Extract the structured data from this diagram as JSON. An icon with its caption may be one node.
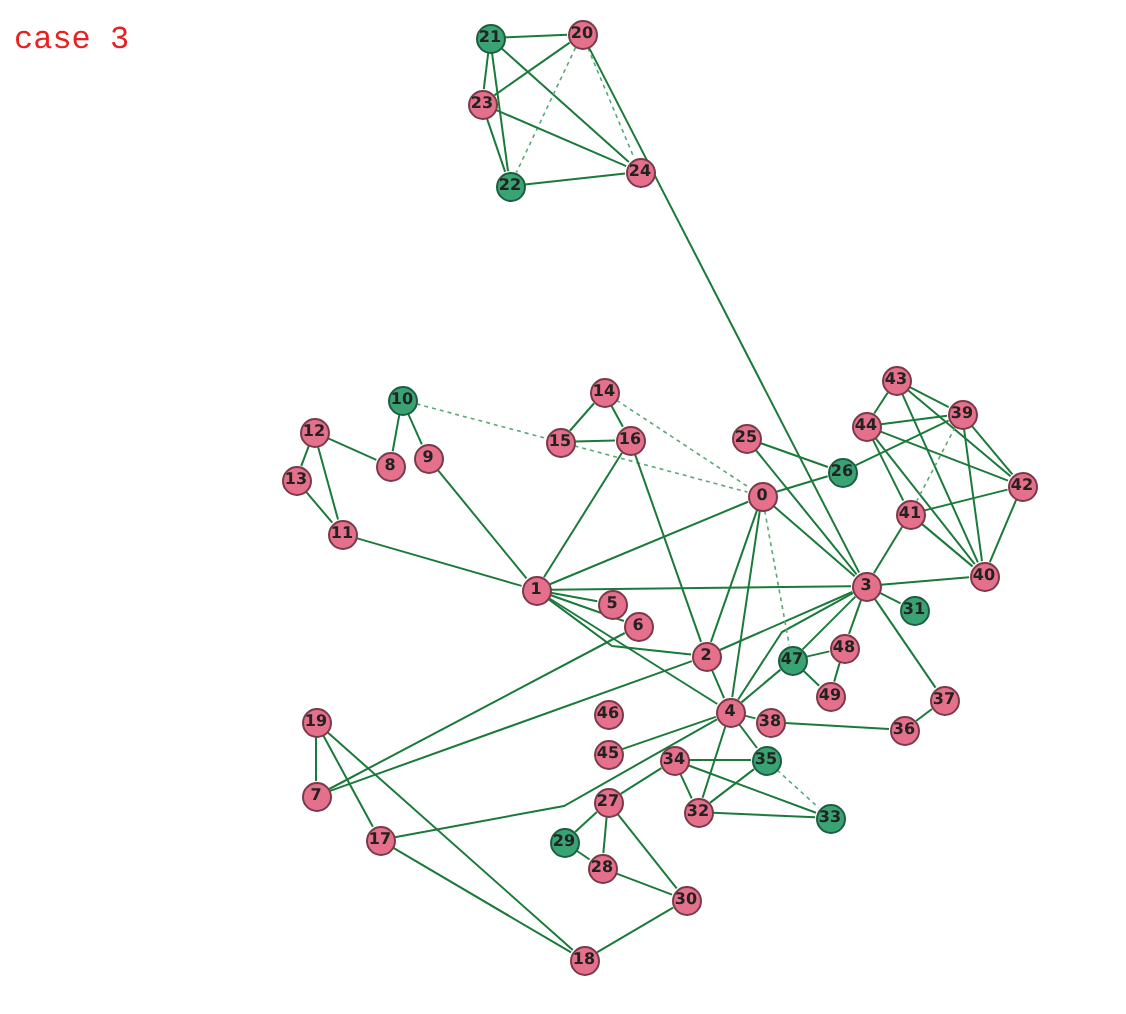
{
  "diagram": {
    "title": "case 3",
    "nodes": [
      {
        "text": [
          "0"
        ]
      },
      {
        "text": [
          "1"
        ]
      },
      {
        "text": [
          "2"
        ]
      },
      {
        "text": [
          "3"
        ]
      },
      {
        "text": [
          "4"
        ]
      },
      {
        "text": [
          "5"
        ]
      },
      {
        "text": [
          "6"
        ]
      },
      {
        "text": [
          "7"
        ]
      },
      {
        "text": [
          "8"
        ]
      },
      {
        "text": [
          "9"
        ]
      },
      {
        "text": [
          "10"
        ]
      },
      {
        "text": [
          "11"
        ]
      },
      {
        "text": [
          "12"
        ]
      },
      {
        "text": [
          "13"
        ]
      },
      {
        "text": [
          "14"
        ]
      },
      {
        "text": [
          "15"
        ]
      },
      {
        "text": [
          "16"
        ]
      },
      {
        "text": [
          "17"
        ]
      },
      {
        "text": [
          "18"
        ]
      },
      {
        "text": [
          "19"
        ]
      },
      {
        "text": [
          "20"
        ]
      },
      {
        "text": [
          "21"
        ]
      },
      {
        "text": [
          "22"
        ]
      },
      {
        "text": [
          "23"
        ]
      },
      {
        "text": [
          "24"
        ]
      },
      {
        "text": [
          "25"
        ]
      },
      {
        "text": [
          "26"
        ]
      },
      {
        "text": [
          "27"
        ]
      },
      {
        "text": [
          "28"
        ]
      },
      {
        "text": [
          "29"
        ]
      },
      {
        "text": [
          "30"
        ]
      },
      {
        "text": [
          "31"
        ]
      },
      {
        "text": [
          "32"
        ]
      },
      {
        "text": [
          "33"
        ]
      },
      {
        "text": [
          "34"
        ]
      },
      {
        "text": [
          "35"
        ]
      },
      {
        "text": [
          "36"
        ]
      },
      {
        "text": [
          "37"
        ]
      },
      {
        "text": [
          "38"
        ]
      },
      {
        "text": [
          "39"
        ]
      },
      {
        "text": [
          "40"
        ]
      },
      {
        "text": [
          "41"
        ]
      },
      {
        "text": [
          "42"
        ]
      },
      {
        "text": [
          "43"
        ]
      },
      {
        "text": [
          "44"
        ]
      },
      {
        "text": [
          "45"
        ]
      },
      {
        "text": [
          "46"
        ]
      },
      {
        "text": [
          "47"
        ]
      },
      {
        "text": [
          "48"
        ]
      },
      {
        "text": [
          "49"
        ]
      }
    ],
    "edges": [
      {
        "from": 21,
        "to": 20,
        "arrow": "none"
      },
      {
        "from": 21,
        "to": 23,
        "arrow": "none"
      },
      {
        "from": 21,
        "to": 22,
        "arrow": "none"
      },
      {
        "from": 21,
        "to": 24,
        "arrow": "none"
      },
      {
        "from": 20,
        "to": 23,
        "arrow": "none"
      },
      {
        "from": 20,
        "to": 22,
        "arrow": "none",
        "style": "dashed"
      },
      {
        "from": 20,
        "to": 24,
        "arrow": "none",
        "style": "dashed"
      },
      {
        "from": 23,
        "to": 22,
        "arrow": "none"
      },
      {
        "from": 23,
        "to": 24,
        "arrow": "none"
      },
      {
        "from": 22,
        "to": 24,
        "arrow": "none"
      },
      {
        "from": 20,
        "to": 3,
        "arrow": "none"
      },
      {
        "from": 10,
        "to": 8,
        "arrow": "none"
      },
      {
        "from": 10,
        "to": 9,
        "arrow": "none"
      },
      {
        "from": 10,
        "to": 15,
        "arrow": "none",
        "style": "dashed"
      },
      {
        "from": 12,
        "to": 8,
        "arrow": "none"
      },
      {
        "from": 12,
        "to": 13,
        "arrow": "none"
      },
      {
        "from": 12,
        "to": 11,
        "arrow": "none"
      },
      {
        "from": 13,
        "to": 11,
        "arrow": "none"
      },
      {
        "from": 11,
        "to": 1,
        "arrow": "none"
      },
      {
        "from": 9,
        "to": 1,
        "arrow": "none"
      },
      {
        "from": 14,
        "to": 15,
        "arrow": "none"
      },
      {
        "from": 14,
        "to": 16,
        "arrow": "none"
      },
      {
        "from": 15,
        "to": 16,
        "arrow": "none"
      },
      {
        "from": 16,
        "to": 1,
        "arrow": "none"
      },
      {
        "from": 14,
        "to": 0,
        "arrow": "none",
        "style": "dashed"
      },
      {
        "from": 15,
        "to": 0,
        "arrow": "none",
        "style": "dashed"
      },
      {
        "from": 16,
        "to": 2,
        "arrow": "none"
      },
      {
        "from": 1,
        "to": 5,
        "arrow": "none"
      },
      {
        "from": 1,
        "to": 6,
        "arrow": "none"
      },
      {
        "from": 1,
        "to": 3,
        "arrow": "none"
      },
      {
        "from": 1,
        "to": 0,
        "arrow": "none"
      },
      {
        "from": 1,
        "to": 2,
        "arrow": "none"
      },
      {
        "from": 1,
        "to": 4,
        "arrow": "none"
      },
      {
        "from": 7,
        "to": 6,
        "arrow": "none"
      },
      {
        "from": 7,
        "to": 2,
        "arrow": "none"
      },
      {
        "from": 17,
        "to": 4,
        "arrow": "none"
      },
      {
        "from": 19,
        "to": 7,
        "arrow": "none"
      },
      {
        "from": 19,
        "to": 17,
        "arrow": "none"
      },
      {
        "from": 19,
        "to": 18,
        "arrow": "none"
      },
      {
        "from": 17,
        "to": 18,
        "arrow": "none"
      },
      {
        "from": 18,
        "to": 30,
        "arrow": "none"
      },
      {
        "from": 27,
        "to": 29,
        "arrow": "none"
      },
      {
        "from": 27,
        "to": 28,
        "arrow": "none"
      },
      {
        "from": 27,
        "to": 30,
        "arrow": "none"
      },
      {
        "from": 28,
        "to": 30,
        "arrow": "none"
      },
      {
        "from": 29,
        "to": 28,
        "arrow": "none"
      },
      {
        "from": 27,
        "to": 34,
        "arrow": "none"
      },
      {
        "from": 34,
        "to": 35,
        "arrow": "none"
      },
      {
        "from": 34,
        "to": 32,
        "arrow": "none"
      },
      {
        "from": 34,
        "to": 33,
        "arrow": "none"
      },
      {
        "from": 4,
        "to": 32,
        "arrow": "none"
      },
      {
        "from": 4,
        "to": 35,
        "arrow": "none"
      },
      {
        "from": 4,
        "to": 45,
        "arrow": "none"
      },
      {
        "from": 32,
        "to": 35,
        "arrow": "none"
      },
      {
        "from": 32,
        "to": 33,
        "arrow": "none"
      },
      {
        "from": 35,
        "to": 33,
        "arrow": "none",
        "style": "dashed"
      },
      {
        "from": 4,
        "to": 2,
        "arrow": "none"
      },
      {
        "from": 4,
        "to": 3,
        "arrow": "none"
      },
      {
        "from": 4,
        "to": 47,
        "arrow": "none"
      },
      {
        "from": 4,
        "to": 38,
        "arrow": "none"
      },
      {
        "from": 38,
        "to": 36,
        "arrow": "none"
      },
      {
        "from": 2,
        "to": 3,
        "arrow": "none"
      },
      {
        "from": 2,
        "to": 0,
        "arrow": "none"
      },
      {
        "from": 3,
        "to": 0,
        "arrow": "none"
      },
      {
        "from": 3,
        "to": 25,
        "arrow": "none"
      },
      {
        "from": 25,
        "to": 26,
        "arrow": "none"
      },
      {
        "from": 26,
        "to": 39,
        "arrow": "none"
      },
      {
        "from": 0,
        "to": 26,
        "arrow": "none"
      },
      {
        "from": 0,
        "to": 4,
        "arrow": "none"
      },
      {
        "from": 0,
        "to": 47,
        "arrow": "none",
        "style": "dashed"
      },
      {
        "from": 3,
        "to": 31,
        "arrow": "none"
      },
      {
        "from": 3,
        "to": 37,
        "arrow": "none"
      },
      {
        "from": 36,
        "to": 37,
        "arrow": "none"
      },
      {
        "from": 3,
        "to": 40,
        "arrow": "none"
      },
      {
        "from": 3,
        "to": 41,
        "arrow": "none"
      },
      {
        "from": 3,
        "to": 47,
        "arrow": "none"
      },
      {
        "from": 3,
        "to": 48,
        "arrow": "none"
      },
      {
        "from": 47,
        "to": 48,
        "arrow": "none"
      },
      {
        "from": 48,
        "to": 49,
        "arrow": "none"
      },
      {
        "from": 47,
        "to": 49,
        "arrow": "none"
      },
      {
        "from": 41,
        "to": 40,
        "arrow": "none"
      },
      {
        "from": 41,
        "to": 42,
        "arrow": "none"
      },
      {
        "from": 44,
        "to": 40,
        "arrow": "none"
      },
      {
        "from": 43,
        "to": 40,
        "arrow": "none"
      },
      {
        "from": 39,
        "to": 40,
        "arrow": "none"
      },
      {
        "from": 42,
        "to": 40,
        "arrow": "none"
      },
      {
        "from": 43,
        "to": 39,
        "arrow": "none"
      },
      {
        "from": 43,
        "to": 44,
        "arrow": "none"
      },
      {
        "from": 44,
        "to": 39,
        "arrow": "none"
      },
      {
        "from": 44,
        "to": 42,
        "arrow": "none"
      },
      {
        "from": 43,
        "to": 42,
        "arrow": "none"
      },
      {
        "from": 39,
        "to": 42,
        "arrow": "none"
      },
      {
        "from": 44,
        "to": 41,
        "arrow": "none"
      },
      {
        "from": 39,
        "to": 41,
        "arrow": "none",
        "style": "dashed"
      }
    ]
  }
}
